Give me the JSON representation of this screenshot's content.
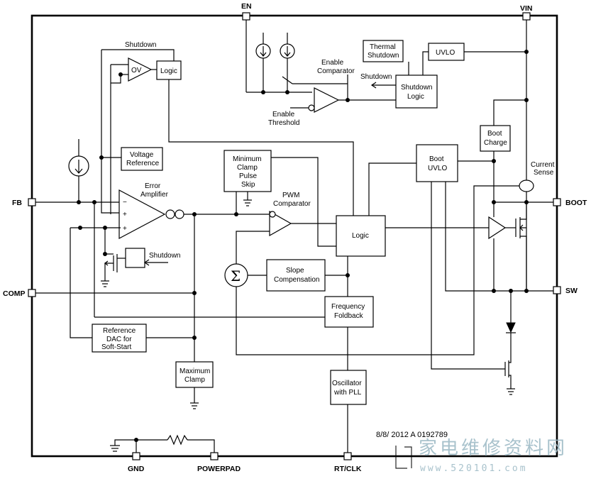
{
  "pins": {
    "en": "EN",
    "vin": "VIN",
    "fb": "FB",
    "comp": "COMP",
    "boot": "BOOT",
    "sw": "SW",
    "gnd": "GND",
    "powerpad": "POWERPAD",
    "rtclk": "RT/CLK"
  },
  "blocks": {
    "shutdown_top": "Shutdown",
    "ov": "OV",
    "logic_ov": "Logic",
    "enable_comparator": [
      "Enable",
      "Comparator"
    ],
    "enable_threshold": [
      "Enable",
      "Threshold"
    ],
    "thermal_shutdown": [
      "Thermal",
      "Shutdown"
    ],
    "uvlo": "UVLO",
    "shutdown_logic": [
      "Shutdown",
      "Logic"
    ],
    "shutdown_arrow": "Shutdown",
    "voltage_reference": [
      "Voltage",
      "Reference"
    ],
    "error_amplifier": [
      "Error",
      "Amplifier"
    ],
    "minimum_clamp": [
      "Minimum",
      "Clamp",
      "Pulse",
      "Skip"
    ],
    "pwm_comparator": [
      "PWM",
      "Comparator"
    ],
    "boot_uvlo": [
      "Boot",
      "UVLO"
    ],
    "boot_charge": [
      "Boot",
      "Charge"
    ],
    "current_sense": [
      "Current",
      "Sense"
    ],
    "shutdown_mid": "Shutdown",
    "logic_main": "Logic",
    "slope_compensation": [
      "Slope",
      "Compensation"
    ],
    "frequency_foldback": [
      "Frequency",
      "Foldback"
    ],
    "reference_dac": [
      "Reference",
      "DAC for",
      "Soft-Start"
    ],
    "maximum_clamp": [
      "Maximum",
      "Clamp"
    ],
    "oscillator": [
      "Oscillator",
      "with PLL"
    ],
    "sigma": "Σ"
  },
  "stamp": "8/8/ 2012 A 0192789",
  "watermark": {
    "text": "家电维修资料网",
    "url": "www.520101.com"
  }
}
